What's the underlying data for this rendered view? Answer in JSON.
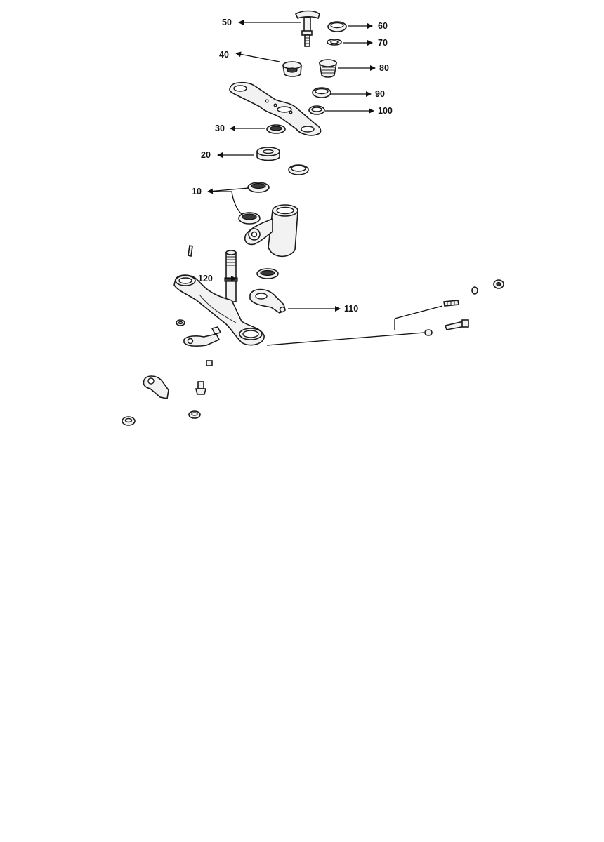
{
  "callouts": {
    "c10": "10",
    "c20": "20",
    "c30": "30",
    "c40": "40",
    "c50": "50",
    "c60": "60",
    "c70": "70",
    "c80": "80",
    "c90": "90",
    "c100": "100",
    "c110": "110",
    "c120": "120"
  },
  "colors": {
    "background": "#ffffff",
    "ink": "#111111"
  }
}
